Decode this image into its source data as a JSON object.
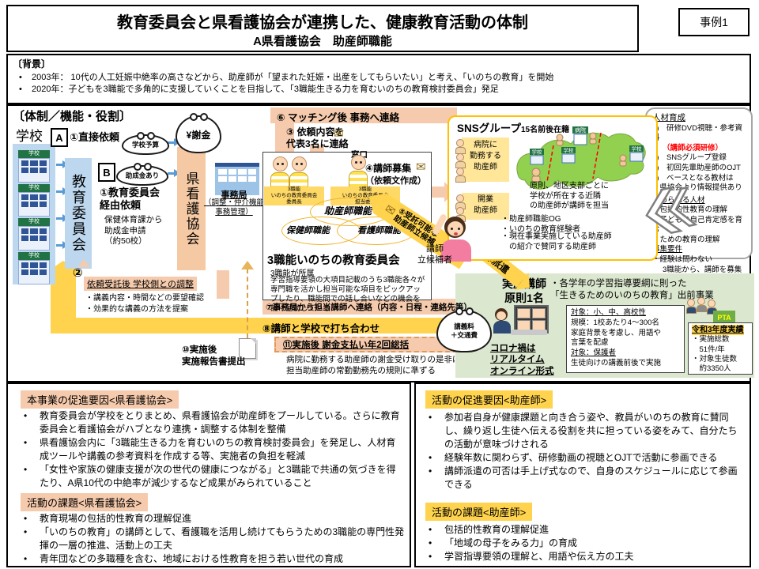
{
  "colors": {
    "peach": "#F6CBAD",
    "gold": "#FFD34D",
    "light_blue": "#BDD7EE",
    "sns_border": "#FFC000",
    "map_green": "#92D050",
    "panel_green": "#DBE7CE",
    "highlight_yellow": "#FFE699",
    "required_red": "#FF0000"
  },
  "header": {
    "title": "教育委員会と県看護協会が連携した、健康教育活動の体制",
    "subtitle": "A県看護協会　助産師職能",
    "case_label": "事例1"
  },
  "background": {
    "heading": "〔背景〕",
    "items": [
      "2003年： 10代の人工妊娠中絶率の高さなどから、助産師が「望まれた妊娠・出産をしてもらいたい」と考え、「いのちの教育」を開始",
      "2020年：子どもを3職能で多角的に支援していくことを目指して、「3職能生きる力を育むいのちの教育検討委員会」発足"
    ]
  },
  "diagram": {
    "heading": "〔体制／機能・役割〕",
    "school_label": "学校",
    "school_icon_label": "学校",
    "board_label": "教育委員会",
    "assoc_label": "県看護協会",
    "marker_a": "A",
    "marker_b": "B",
    "purse_school_budget": "学校予算",
    "purse_subsidy": "助成金あり",
    "purse_reward": "¥謝金",
    "purse_fee": "講義料\n＋交通費",
    "office_label": "事務局",
    "office_sub": "（調整・仲介機能\n事務管理）",
    "steps": {
      "s1a": "①直接依頼",
      "s1b_title": "①教育委員会\n経由依頼",
      "s1b_sub": "保健体育課から\n助成金申請\n（約50校）",
      "s2_num": "②",
      "s2_title": "依頼受託後 学校側との調整",
      "s2_i1": "・講義内容・時間などの要望確認",
      "s2_i2": "・効果的な講義の方法を提案",
      "s3": "③ 依頼内容を\n代表3名に連絡",
      "s4a": "④講師募集",
      "s4b": "（依頼文作成）",
      "s5": "⑤受託可能な\n助産師立候補",
      "s6": "⑥ マッチング後 事務へ連絡",
      "s7": "⑦事務局から担当講師へ連絡（内容・日程・連絡先等）",
      "s8": "⑧講師と学校で打ち合わせ",
      "s9": "⑨ 講師派遣",
      "s10": "⑩実施後\n実施報告書提出",
      "s11": "⑪実施後 謝金支払い年2回総括",
      "s11_note": "病院に勤務する助産師の謝金受け取りの是非は\n担当助産師の常勤勤務先の規則に準ずる"
    },
    "committee": {
      "contact_label": "窓口",
      "chair_label": "3職能\nいのちの教育委員会\n委員長",
      "member_label": "3職能\nいのちの教育委員会\n担当委員",
      "venn1": "助産師職能",
      "venn2": "保健師職能",
      "venn3": "看護師職能",
      "name": "3職能いのちの教育委員会",
      "sub1": "3職能が所属",
      "sub2": "学習指導要領の大項目記載のうち3職能各々が専門職を活かし担当可能な項目をピックアップしたり、職能間での話し合いなどの機会を設け活動している"
    },
    "sns": {
      "title": "SNSグループ",
      "count": "15名前後在籍",
      "hospital_box": "病院に\n勤務する\n助産師",
      "open_box": "開業\n助産師",
      "map_hospital": "病院",
      "map_school": "学校",
      "note": "原則、地区支部ごとに\n学校が所在する近隣\nの助産師が講師を担当",
      "m1": "・助産師職能OG",
      "m2": "・いのちの教育経験者",
      "m3": "・現在事業実施している助産師\n　の紹介で賛同する助産師"
    },
    "candidate_label": "講師\n立候補者",
    "hr": {
      "title": "人材育成",
      "l1": "1)　研修DVD視聴・参考資料",
      "l2": "（講師必須研修）",
      "l3": "2)　SNSグループ登録",
      "l4": "3)　初回先輩助産師のOJT",
      "l5": "4)　ベースとなる教材は\n　県協会より情報提供あり",
      "wanted_title": "求められる人材",
      "w1": "・包括的性教育の理解",
      "w2": "・子どもの自己肯定感を育む\n　ための教育の理解",
      "req_title": "募集要件",
      "r1": "・経験は問わない",
      "footer": "3職能から、講師を募集"
    },
    "delivery": {
      "lecturer": "実施講師\n原則1名",
      "covid": "コロナ禍は\nリアルタイム\nオンライン形式",
      "program": "・各学年の学習指導要綱に則った\n「生きるためのいのちの教育」出前事業",
      "d1": "対象：小、中、高校性",
      "d2": "規模：1校あたり4～300名",
      "d3": "家庭背景を考慮し、用語や\n言葉を配慮",
      "d4": "対象：保護者",
      "d5": "生徒向けの講義前後で実施",
      "pta": "PTA",
      "results_title": "令和3年度実績",
      "res1": "・実施総数\n　51件/年",
      "res2": "・対象生徒数\n　約3350人"
    }
  },
  "bottom_left": {
    "section1_title": "本事業の促進要因<県看護協会>",
    "section1_items": [
      "教育委員会が学校をとりまとめ、県看護協会が助産師をプールしている。さらに教育委員会と看護協会がハブとなり連携・調整する体制を整備",
      "県看護協会内に「3職能生きる力を育むいのちの教育検討委員会」を発足し、人材育成ツールや講義の参考資料を作成する等、実施者の負担を軽減",
      "「女性や家族の健康支援が次の世代の健康につながる」と3職能で共通の気づきを得たり、A県10代の中絶率が減少するなど成果がみられていること"
    ],
    "section2_title": "活動の課題<県看護協会>",
    "section2_items": [
      "教育現場の包括的性教育の理解促進",
      "「いのちの教育」の講師として、看護職を活用し続けてもらうための3職能の専門性発揮の一層の推進、活動上の工夫",
      "青年団などの多職種を含む、地域における性教育を担う若い世代の育成"
    ]
  },
  "bottom_right": {
    "section1_title": "活動の促進要因<助産師>",
    "section1_items": [
      "参加者自身が健康課題と向き合う姿や、教員がいのちの教育に賛同し、繰り返し生徒へ伝える役割を共に担っている姿をみて、自分たちの活動が意味づけされる",
      "経験年数に関わらず、研修動画の視聴とOJTで活動に参画できる",
      "講師派遣の可否は手上げ式なので、自身のスケジュールに応じて参画できる"
    ],
    "section2_title": "活動の課題<助産師>",
    "section2_items": [
      "包括的性教育の理解促進",
      "「地域の母子をみる力」の育成",
      "学習指導要領の理解と、用語や伝え方の工夫"
    ]
  }
}
